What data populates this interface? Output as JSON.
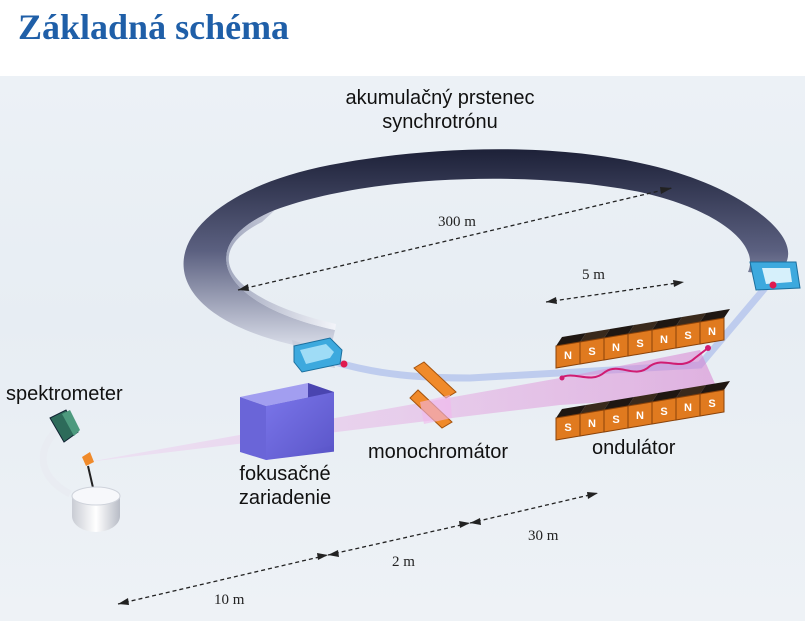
{
  "header": {
    "title": "Základná schéma"
  },
  "labels": {
    "ring_line1": "akumulačný prstenec",
    "ring_line2": "synchrotrónu",
    "spectrometer": "spektrometer",
    "focusing_line1": "fokusačné",
    "focusing_line2": "zariadenie",
    "monochromator": "monochromátor",
    "undulator": "ondulátor"
  },
  "dimensions": {
    "ring_diameter": "300 m",
    "undulator_length": "5 m",
    "seg_30m": "30 m",
    "seg_2m": "2 m",
    "seg_10m": "10 m"
  },
  "magnets": {
    "top_row": [
      "N",
      "S",
      "N",
      "S",
      "N",
      "S",
      "N"
    ],
    "bottom_row": [
      "S",
      "N",
      "S",
      "N",
      "S",
      "N",
      "S"
    ]
  },
  "colors": {
    "title": "#1f5fa8",
    "magnet_orange": "#e07a1f",
    "focusing_box": "#6f6ae0",
    "beam_pink": "#d77fd0",
    "ring_dark": "#2f3450"
  }
}
